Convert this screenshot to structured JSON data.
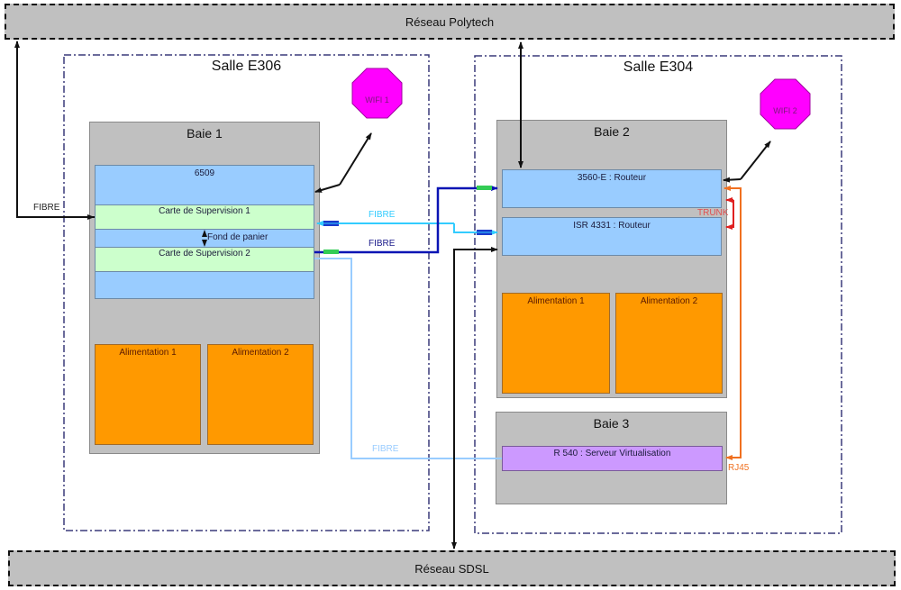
{
  "networks": {
    "top": "Réseau Polytech",
    "bottom": "Réseau SDSL"
  },
  "rooms": [
    {
      "title": "Salle E306",
      "racks": [
        {
          "title": "Baie 1",
          "device": {
            "name": "6509",
            "cards": [
              "Carte de Supervision 1",
              "Carte de Supervision 2"
            ],
            "backplane_label": "Fond de panier"
          },
          "power_supplies": [
            "Alimentation 1",
            "Alimentation 2"
          ]
        }
      ],
      "wifi": "WIFI 1"
    },
    {
      "title": "Salle E304",
      "racks": [
        {
          "title": "Baie 2",
          "devices": [
            "3560-E : Routeur",
            "ISR 4331 : Routeur"
          ],
          "power_supplies": [
            "Alimentation 1",
            "Alimentation 2"
          ]
        },
        {
          "title": "Baie 3",
          "devices": [
            "R 540 : Serveur Virtualisation"
          ]
        }
      ],
      "wifi": "WIFI 2"
    }
  ],
  "links": {
    "fibre_polytech": "FIBRE",
    "fibre_light": "FIBRE",
    "fibre_dark": "FIBRE",
    "fibre_server": "FIBRE",
    "trunk": "TRUNK",
    "rj45": "RJ45"
  },
  "colors": {
    "fibre_light": "#33ccff",
    "fibre_dark": "#0a14b4",
    "fibre_server": "#99ccff",
    "trunk": "#e02020",
    "rj45": "#f07020",
    "wifi": "#ff00ff",
    "connector_green": "#33cc55",
    "connector_blue": "#1a3acc"
  }
}
